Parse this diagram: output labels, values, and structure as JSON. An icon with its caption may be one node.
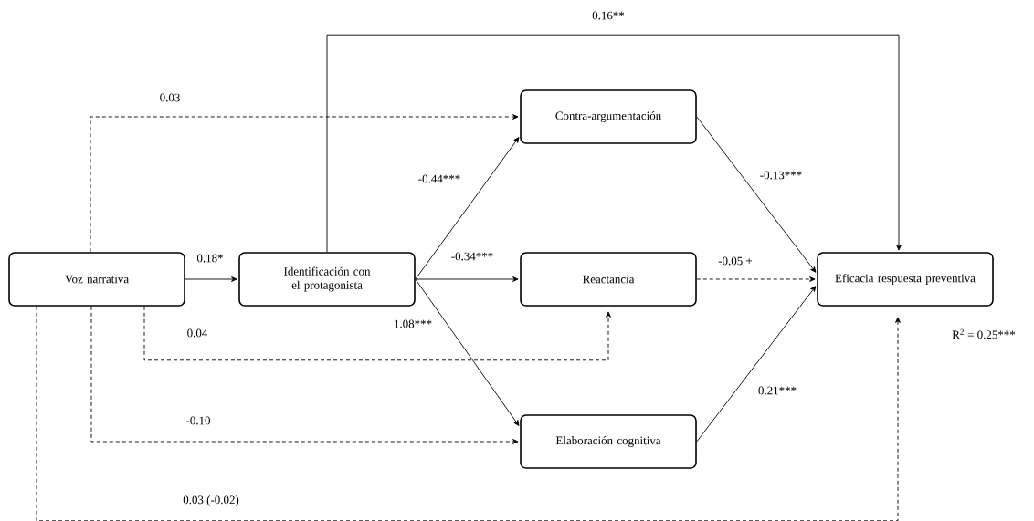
{
  "diagram": {
    "nodes": [
      {
        "text": [
          "Voz  narrativa"
        ]
      },
      {
        "text": [
          "Identificación con el protagonista"
        ]
      },
      {
        "text": [
          "Contra-argumentación"
        ]
      },
      {
        "text": [
          "Reactancia"
        ]
      },
      {
        "text": [
          "Elaboración cognitiva"
        ]
      },
      {
        "text": [
          "Eficacia respuesta preventiva"
        ]
      }
    ],
    "edges": [
      {
        "from": 0,
        "to": 1,
        "arrow": "to",
        "label": "0.18*"
      },
      {
        "from": 1,
        "to": 5,
        "arrow": "to",
        "label": "0.16**"
      },
      {
        "from": 0,
        "to": 2,
        "arrow": "to",
        "label": "0.03",
        "style": "dashed"
      },
      {
        "from": 1,
        "to": 2,
        "arrow": "to",
        "label": "-0.44***"
      },
      {
        "from": 1,
        "to": 3,
        "arrow": "to",
        "label": "-0.34***"
      },
      {
        "from": 1,
        "to": 4,
        "arrow": "to",
        "label": "1.08***"
      },
      {
        "from": 0,
        "to": 3,
        "arrow": "to",
        "label": "0.04",
        "style": "dashed"
      },
      {
        "from": 0,
        "to": 4,
        "arrow": "to",
        "label": "-0.10",
        "style": "dashed"
      },
      {
        "from": 0,
        "to": 5,
        "arrow": "to",
        "label": "0.03 (-0.02)",
        "style": "dashed"
      },
      {
        "from": 2,
        "to": 5,
        "arrow": "to",
        "label": "-0.13***"
      },
      {
        "from": 3,
        "to": 5,
        "arrow": "to",
        "label": "-0.05 +",
        "style": "dashed"
      },
      {
        "from": 4,
        "to": 5,
        "arrow": "to",
        "label": "0.21***"
      }
    ],
    "labels": [
      "R$^{2}$ = 0.25***"
    ]
  }
}
